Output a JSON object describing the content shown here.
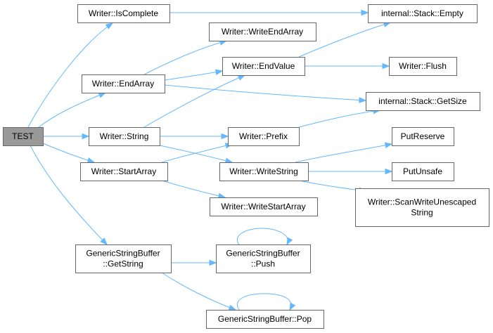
{
  "diagram": {
    "edge_color": "#63b8ff",
    "root_fill": "#999999",
    "node_stroke": "#666666",
    "nodes": [
      {
        "id": "test",
        "lines": [
          "TEST"
        ],
        "root": true
      },
      {
        "id": "iscomplete",
        "lines": [
          "Writer::IsComplete"
        ]
      },
      {
        "id": "stack-empty",
        "lines": [
          "internal::Stack::Empty"
        ]
      },
      {
        "id": "writeendarray",
        "lines": [
          "Writer::WriteEndArray"
        ]
      },
      {
        "id": "endvalue",
        "lines": [
          "Writer::EndValue"
        ]
      },
      {
        "id": "endarray",
        "lines": [
          "Writer::EndArray"
        ]
      },
      {
        "id": "flush",
        "lines": [
          "Writer::Flush"
        ]
      },
      {
        "id": "stack-getsize",
        "lines": [
          "internal::Stack::GetSize"
        ]
      },
      {
        "id": "string",
        "lines": [
          "Writer::String"
        ]
      },
      {
        "id": "prefix",
        "lines": [
          "Writer::Prefix"
        ]
      },
      {
        "id": "putreserve",
        "lines": [
          "PutReserve"
        ]
      },
      {
        "id": "startarray",
        "lines": [
          "Writer::StartArray"
        ]
      },
      {
        "id": "writestring",
        "lines": [
          "Writer::WriteString"
        ]
      },
      {
        "id": "putunsafe",
        "lines": [
          "PutUnsafe"
        ]
      },
      {
        "id": "writestartarray",
        "lines": [
          "Writer::WriteStartArray"
        ]
      },
      {
        "id": "scanwrite",
        "lines": [
          "Writer::ScanWriteUnescaped",
          "String"
        ]
      },
      {
        "id": "gsb-getstring",
        "lines": [
          "GenericStringBuffer",
          "::GetString"
        ]
      },
      {
        "id": "gsb-push",
        "lines": [
          "GenericStringBuffer",
          "::Push"
        ]
      },
      {
        "id": "gsb-pop",
        "lines": [
          "GenericStringBuffer::Pop"
        ]
      }
    ],
    "edges": [
      {
        "from": "test",
        "to": "iscomplete"
      },
      {
        "from": "test",
        "to": "endarray"
      },
      {
        "from": "test",
        "to": "string"
      },
      {
        "from": "test",
        "to": "startarray"
      },
      {
        "from": "test",
        "to": "gsb-getstring"
      },
      {
        "from": "iscomplete",
        "to": "stack-empty"
      },
      {
        "from": "endarray",
        "to": "writeendarray"
      },
      {
        "from": "endarray",
        "to": "endvalue"
      },
      {
        "from": "endarray",
        "to": "stack-getsize"
      },
      {
        "from": "endvalue",
        "to": "stack-empty"
      },
      {
        "from": "endvalue",
        "to": "flush"
      },
      {
        "from": "string",
        "to": "endvalue"
      },
      {
        "from": "string",
        "to": "prefix"
      },
      {
        "from": "string",
        "to": "writestring"
      },
      {
        "from": "startarray",
        "to": "prefix"
      },
      {
        "from": "startarray",
        "to": "writestartarray"
      },
      {
        "from": "prefix",
        "to": "stack-getsize"
      },
      {
        "from": "writestring",
        "to": "putreserve"
      },
      {
        "from": "writestring",
        "to": "putunsafe"
      },
      {
        "from": "writestring",
        "to": "scanwrite"
      },
      {
        "from": "gsb-getstring",
        "to": "gsb-push"
      },
      {
        "from": "gsb-getstring",
        "to": "gsb-pop"
      },
      {
        "from": "gsb-push",
        "to": "gsb-push"
      },
      {
        "from": "gsb-pop",
        "to": "gsb-pop"
      }
    ]
  }
}
